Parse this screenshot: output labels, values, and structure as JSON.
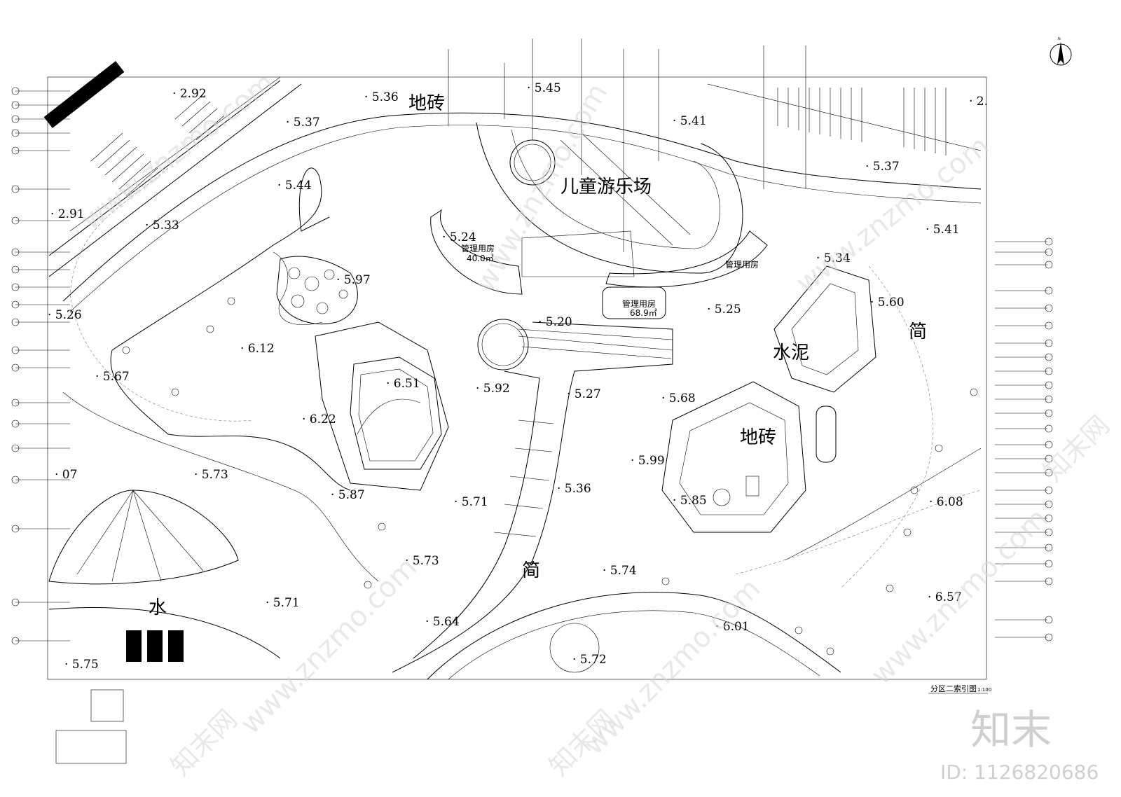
{
  "zones": {
    "playground": "儿童游乐场",
    "tile_top": "地砖",
    "tile_right": "地砖",
    "concrete": "水泥",
    "simple_right": "简",
    "simple_mid": "简",
    "water": "水"
  },
  "rooms": [
    {
      "name": "管理用房",
      "area": "40.0㎡"
    },
    {
      "name": "管理用房",
      "area": ""
    },
    {
      "name": "管理用房",
      "area": "68.9㎡"
    }
  ],
  "elevations": [
    "2.92",
    "5.36",
    "5.45",
    "5.41",
    "2.",
    "5.37",
    "5.44",
    "2.91",
    "5.33",
    "5.24",
    "5.97",
    "5.26",
    "5.20",
    "5.34",
    "5.60",
    "5.25",
    "5.37",
    "5.41",
    "6.12",
    "5.67",
    "6.51",
    "5.92",
    "5.27",
    "5.68",
    "6.22",
    "5.99",
    "07",
    "5.73",
    "5.87",
    "5.71",
    "5.36",
    "5.85",
    "6.08",
    "5.73",
    "5.74",
    "5.71",
    "6.57",
    "5.64",
    "6.01",
    "5.72",
    "5.75"
  ],
  "drawing_title": "分区二索引图",
  "drawing_scale": "1:100",
  "north_label": "N",
  "watermark": {
    "site": "www.znzmo.com",
    "brand": "知末网",
    "logo": "知末",
    "id": "ID: 1126820686"
  },
  "colors": {
    "line": "#000000",
    "watermark": "#d7d7d7"
  }
}
